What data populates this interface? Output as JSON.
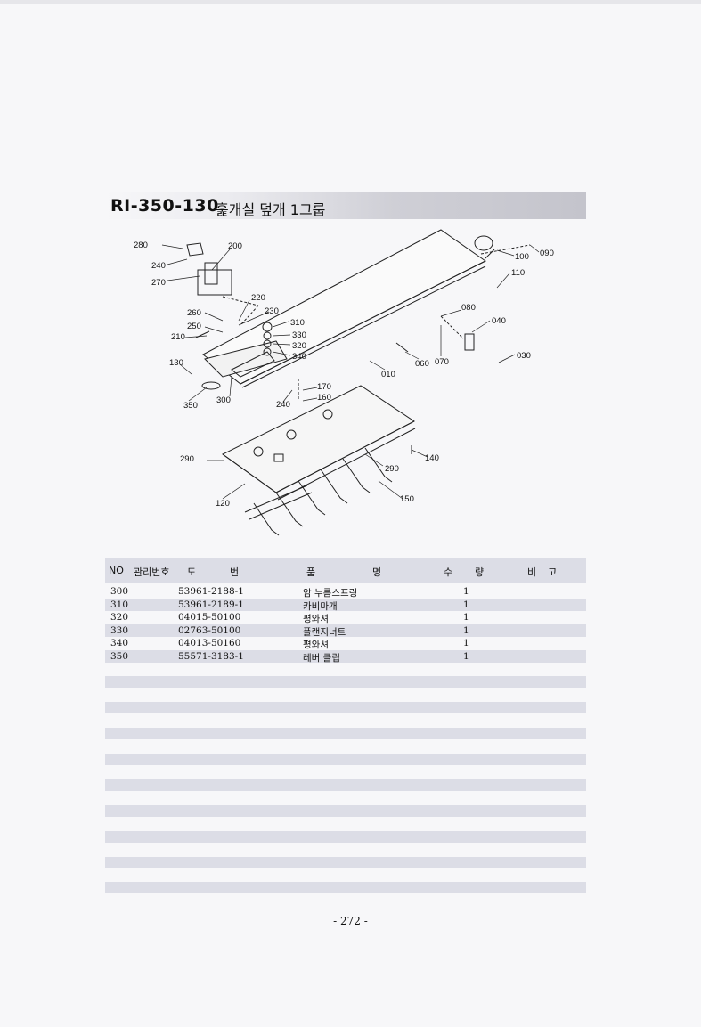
{
  "title": {
    "code": "RI-350-130",
    "name": "훑개실 덮개 1그룹"
  },
  "diagram": {
    "callouts": [
      "280",
      "200",
      "240",
      "270",
      "220",
      "230",
      "260",
      "250",
      "210",
      "310",
      "330",
      "320",
      "340",
      "130",
      "350",
      "300",
      "240",
      "170",
      "160",
      "010",
      "060",
      "070",
      "080",
      "040",
      "090",
      "100",
      "110",
      "030",
      "290",
      "290",
      "140",
      "150",
      "120"
    ]
  },
  "table": {
    "headers": {
      "no": "NO",
      "mgmt": "관리번호",
      "drawing_1": "도",
      "drawing_2": "번",
      "name_1": "품",
      "name_2": "명",
      "qty_1": "수",
      "qty_2": "량",
      "note_1": "비",
      "note_2": "고"
    },
    "rows": [
      {
        "no": "300",
        "part": "53961-2188-1",
        "name": "암 누름스프링",
        "qty": "1"
      },
      {
        "no": "310",
        "part": "53961-2189-1",
        "name": "카비마개",
        "qty": "1"
      },
      {
        "no": "320",
        "part": "04015-50100",
        "name": "평와셔",
        "qty": "1"
      },
      {
        "no": "330",
        "part": "02763-50100",
        "name": "플랜지너트",
        "qty": "1"
      },
      {
        "no": "340",
        "part": "04013-50160",
        "name": "평와셔",
        "qty": "1"
      },
      {
        "no": "350",
        "part": "55571-3183-1",
        "name": "레버 클립",
        "qty": "1"
      }
    ]
  },
  "page_number": "- 272 -"
}
